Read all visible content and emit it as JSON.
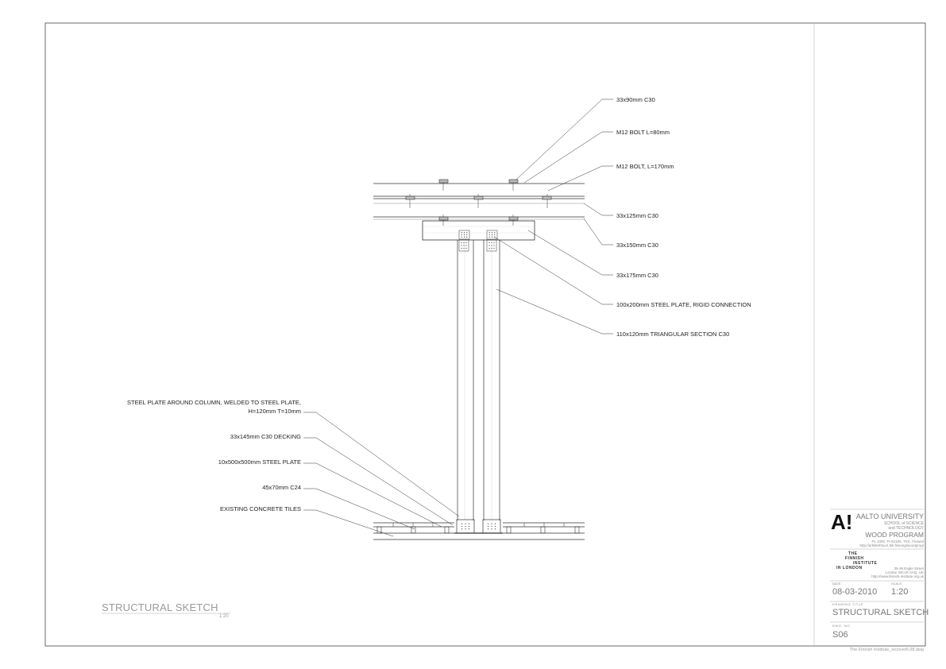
{
  "labels": {
    "l1": "33x90mm C30",
    "l2": "M12 BOLT L=80mm",
    "l3": "M12 BOLT, L=170mm",
    "l4": "33x125mm C30",
    "l5": "33x150mm C30",
    "l6": "33x175mm C30",
    "l7": "100x200mm STEEL PLATE, RIGID CONNECTION",
    "l8": "110x120mm TRIANGULAR SECTION C30",
    "l9a": "STEEL PLATE AROUND COLUMN, WELDED TO STEEL PLATE,",
    "l9b": "H=120mm T=10mm",
    "l10": "33x145mm C30 DECKING",
    "l11": "10x500x500mm STEEL PLATE",
    "l12": "45x70mm C24",
    "l13": "EXISTING CONCRETE TILES"
  },
  "drawing": {
    "title": "STRUCTURAL SKETCH",
    "scale": "1:20"
  },
  "title_block": {
    "logo": "A!",
    "university": "AALTO UNIVERSITY",
    "school_line1": "SCHOOL of SCIENCE",
    "school_line2": "and TECHNOLOGY",
    "program": "WOOD PROGRAM",
    "address": "PL 1000, FI-02150, TKK, Finland",
    "url": "http://arkkitehtuuri.tkk.fi/wong/woodprog/",
    "institute_line1": "THE",
    "institute_line2": "FINNISH",
    "institute_line3": "INSTITUTE",
    "institute_line4": "IN LONDON",
    "inst_address1": "35-36 Eagle Street",
    "inst_address2": "London WC1R 4AQ, UK",
    "inst_url": "http://www.finnish-institute.org.uk",
    "date_label": "DATE",
    "date": "08-03-2010",
    "scale_label": "SCALE",
    "scale": "1:20",
    "drawing_title_label": "DRAWING TITLE",
    "drawing_title": "STRUCTURAL SKETCH",
    "dwg_no_label": "DWG. NO",
    "dwg_no": "S06"
  },
  "footer": "The Finnish Institute_recover6.08.dwg"
}
